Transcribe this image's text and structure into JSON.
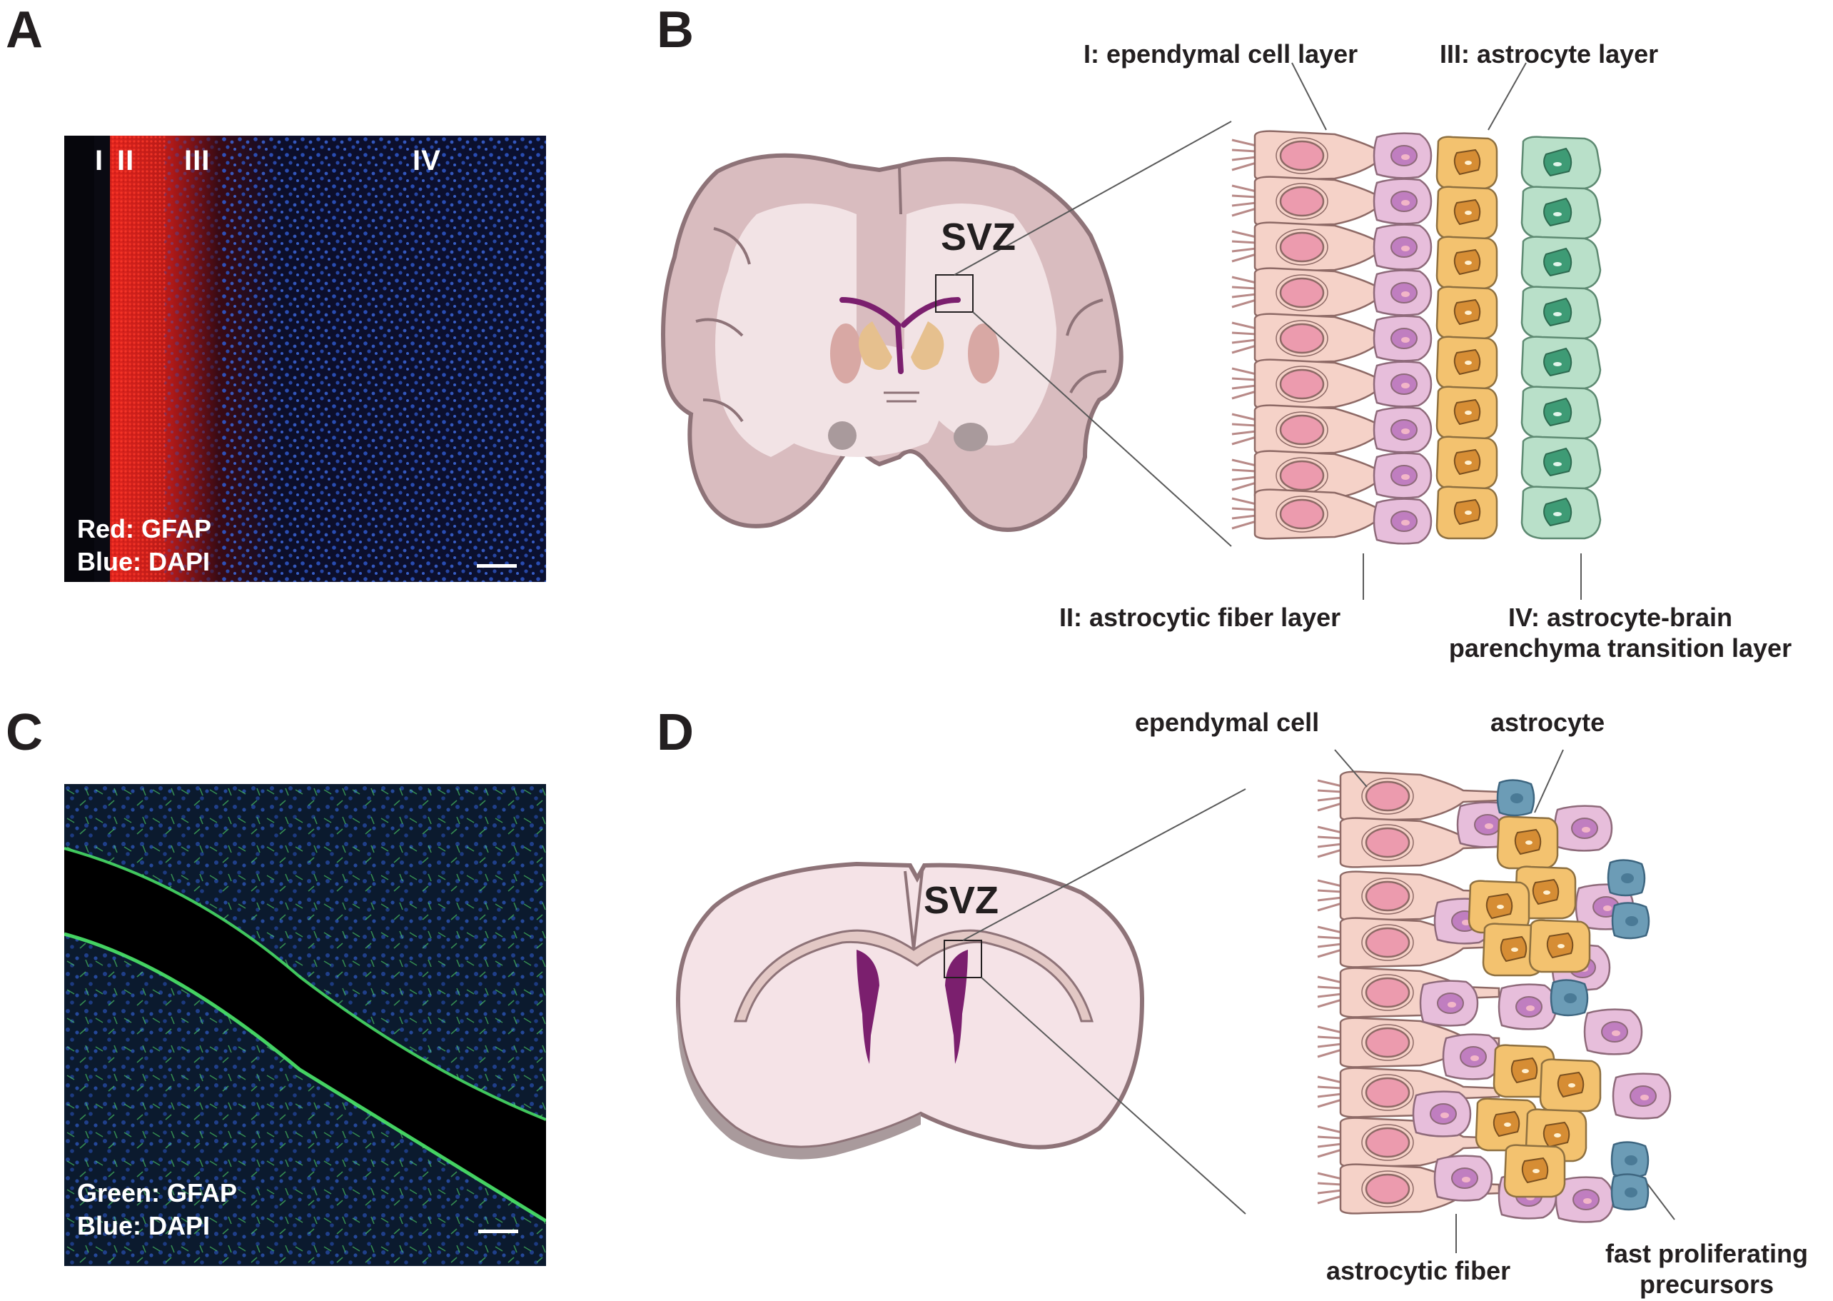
{
  "panels": {
    "A": {
      "label": "A",
      "layers": [
        "I",
        "II",
        "III",
        "IV"
      ],
      "legend": [
        "Red: GFAP",
        "Blue: DAPI"
      ]
    },
    "B": {
      "label": "B",
      "region": "SVZ",
      "layer_I": "I: ependymal cell layer",
      "layer_II": "II: astrocytic fiber layer",
      "layer_III": "III: astrocyte layer",
      "layer_IV": [
        "IV: astrocyte-brain",
        "parenchyma transition layer"
      ]
    },
    "C": {
      "label": "C",
      "legend": [
        "Green: GFAP",
        "Blue: DAPI"
      ]
    },
    "D": {
      "label": "D",
      "region": "SVZ",
      "ependymal": "ependymal cell",
      "astrocyte": "astrocyte",
      "fiber": "astrocytic fiber",
      "precursors": [
        "fast proliferating",
        "precursors"
      ]
    }
  },
  "colors": {
    "brain_tissue": "#d9bcbf",
    "brain_outline": "#8e7378",
    "white_matter": "#f2e3e5",
    "ventricle": "#7b1f6e",
    "ependymal_cell": "#f5d2c8",
    "ependymal_nucleus": "#ec9bae",
    "fiber_cell": "#e7bedb",
    "fiber_nucleus": "#c07ec0",
    "astrocyte_cell": "#f3c26f",
    "astrocyte_nucleus": "#d68d34",
    "transition_cell": "#b9e0c9",
    "transition_nucleus": "#3e9b75",
    "precursor_cell": "#6c9cb6",
    "gfap_red": "#e0241e",
    "gfap_green": "#53e46b",
    "dapi_blue": "#2e57c9"
  },
  "icons": [
    "ependymal-cell-icon",
    "astrocyte-icon",
    "precursor-icon",
    "brain-section-icon"
  ]
}
